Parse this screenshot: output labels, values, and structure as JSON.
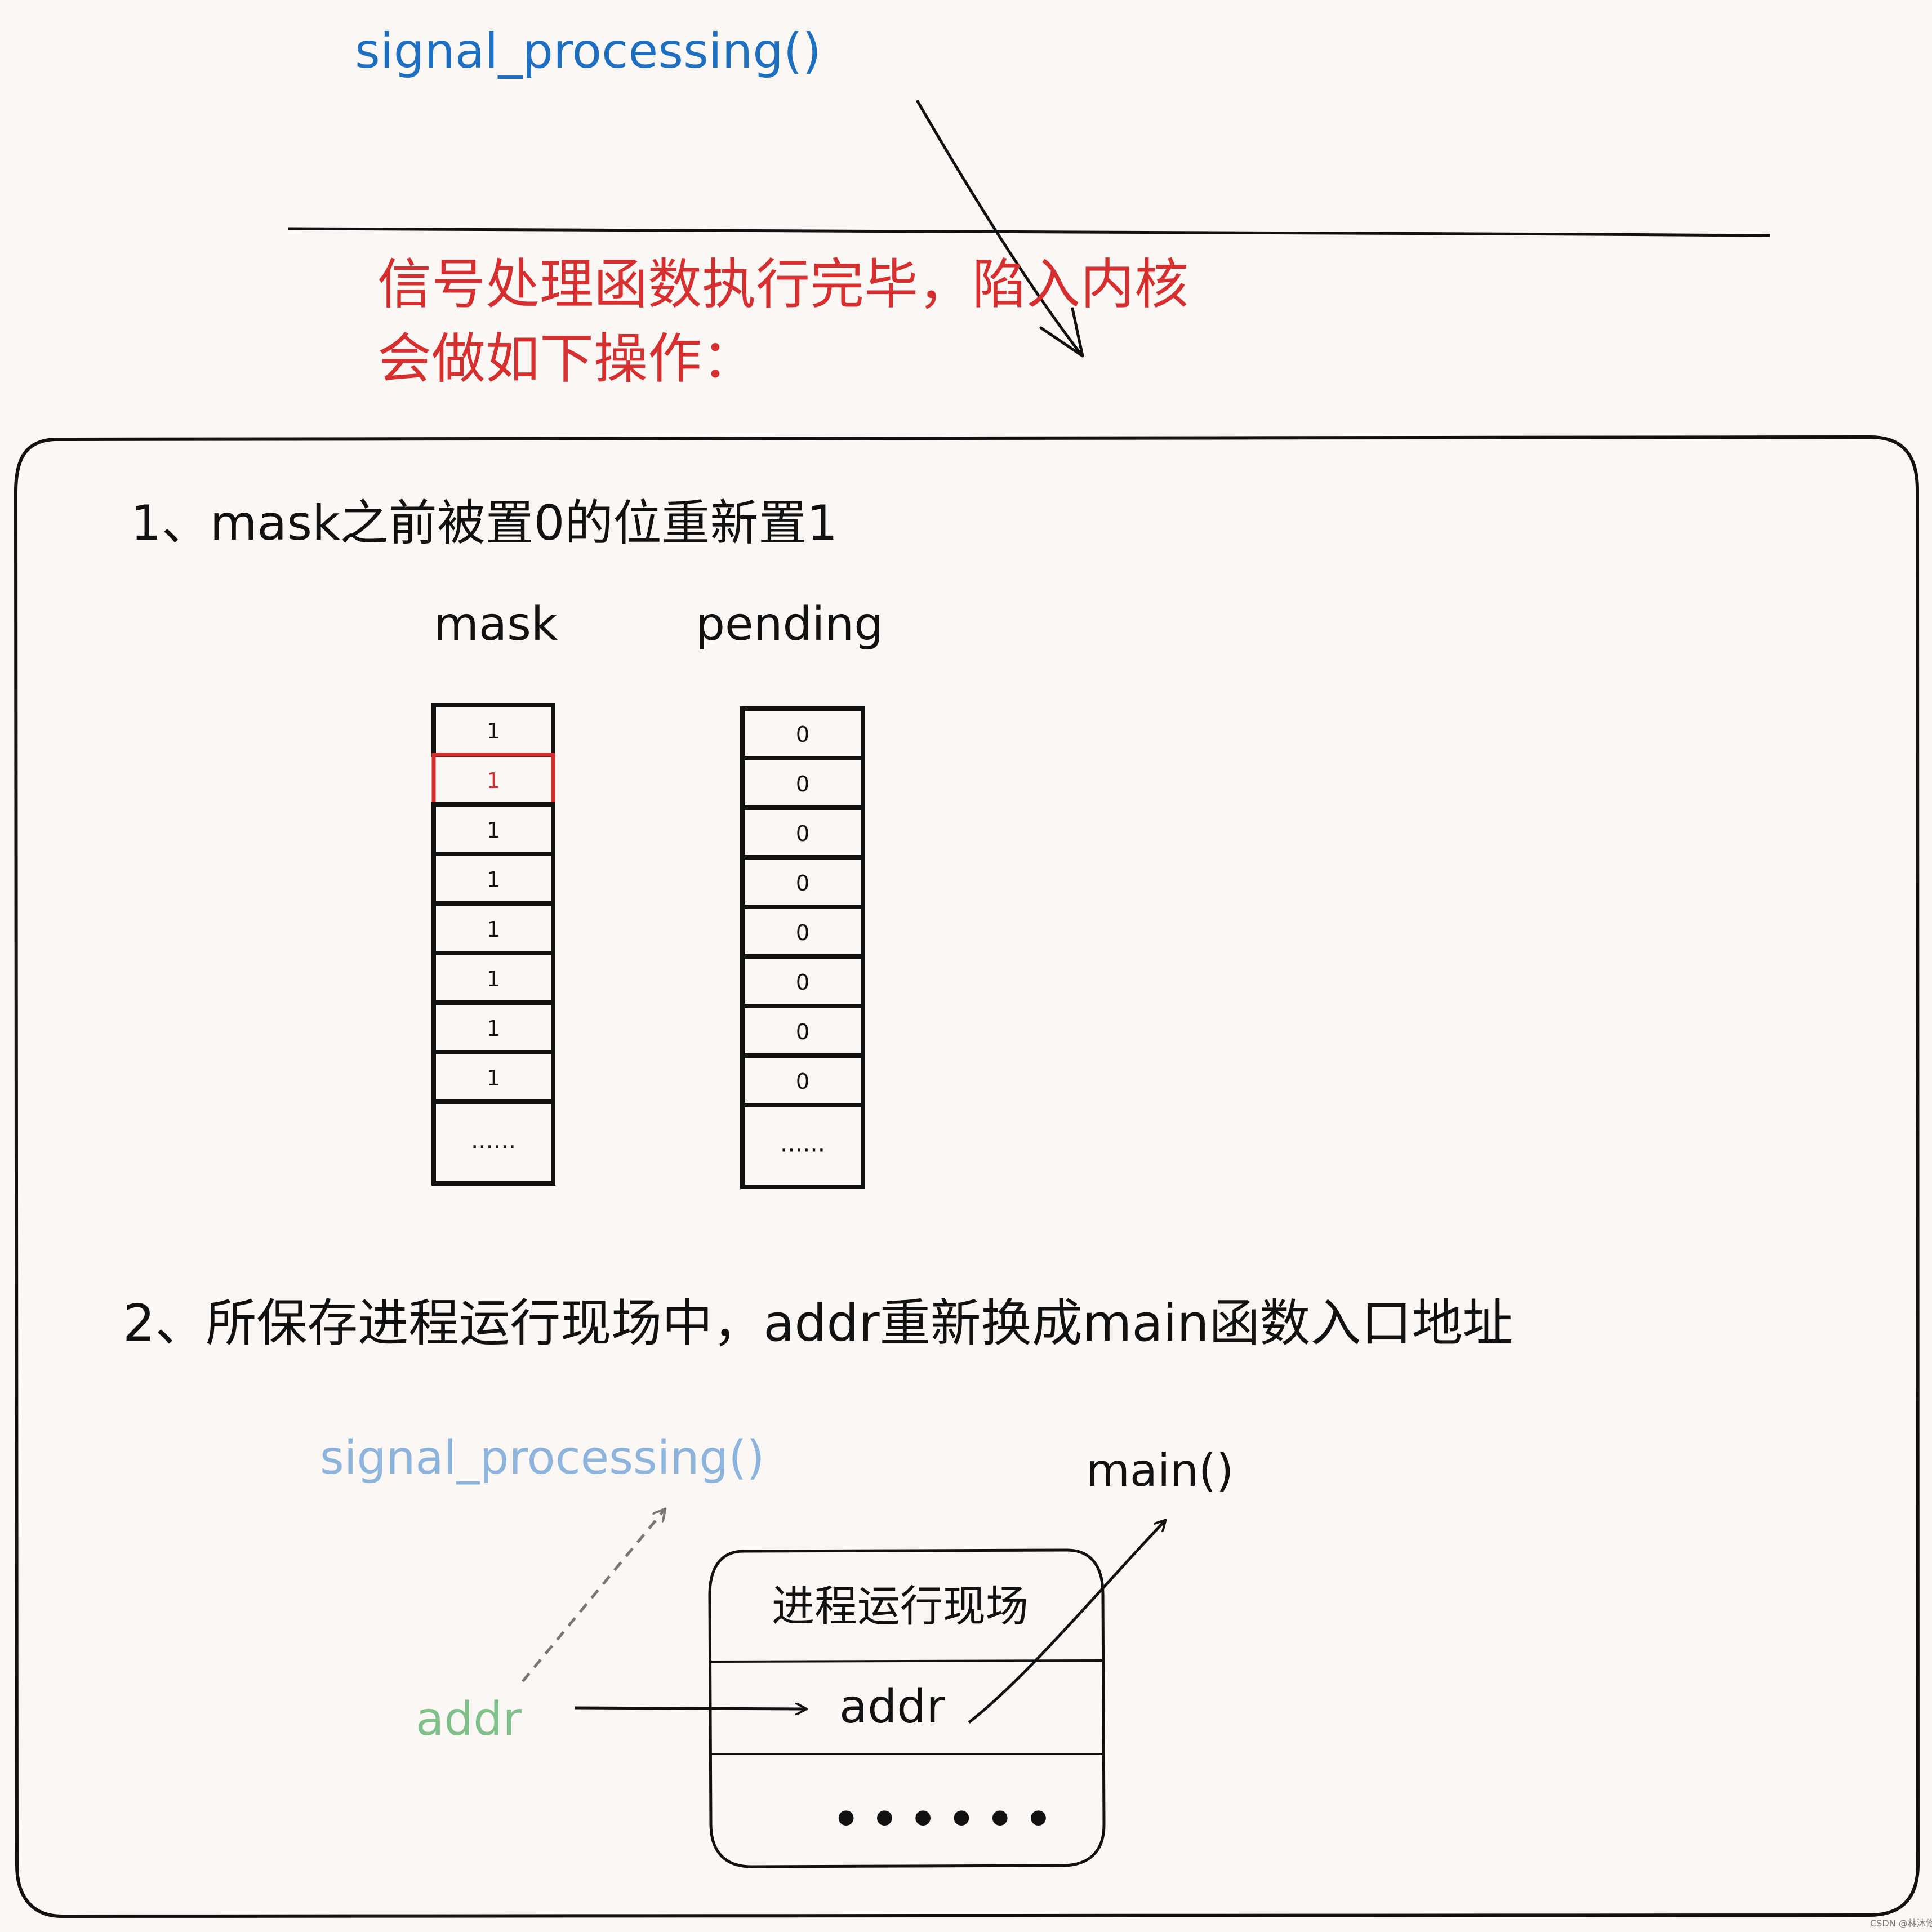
{
  "top": {
    "function_label": "signal_processing()",
    "note_line1": "信号处理函数执行完毕，陷入内核",
    "note_line2": "会做如下操作："
  },
  "panel": {
    "step1": "1、mask之前被置0的位重新置1",
    "mask_title": "mask",
    "pending_title": "pending",
    "mask_cells": [
      "1",
      "1",
      "1",
      "1",
      "1",
      "1",
      "1",
      "1",
      "......"
    ],
    "pending_cells": [
      "0",
      "0",
      "0",
      "0",
      "0",
      "0",
      "0",
      "0",
      "......"
    ],
    "highlighted_mask_index": 1,
    "step2": "2、所保存进程运行现场中，addr重新换成main函数入口地址",
    "faded_function_label": "signal_processing()",
    "main_label": "main()",
    "context_title": "进程运行现场",
    "addr_source": "addr",
    "addr_slot": "addr",
    "context_more": "••••••"
  },
  "watermark": "CSDN @林沐修",
  "colors": {
    "background": "#fbf7f5",
    "ink": "#111111",
    "blue": "#1f6fc1",
    "red": "#d62f2f",
    "faded_blue": "#8db4dd",
    "green": "#7fc08a",
    "gray_arrow": "#777777"
  }
}
